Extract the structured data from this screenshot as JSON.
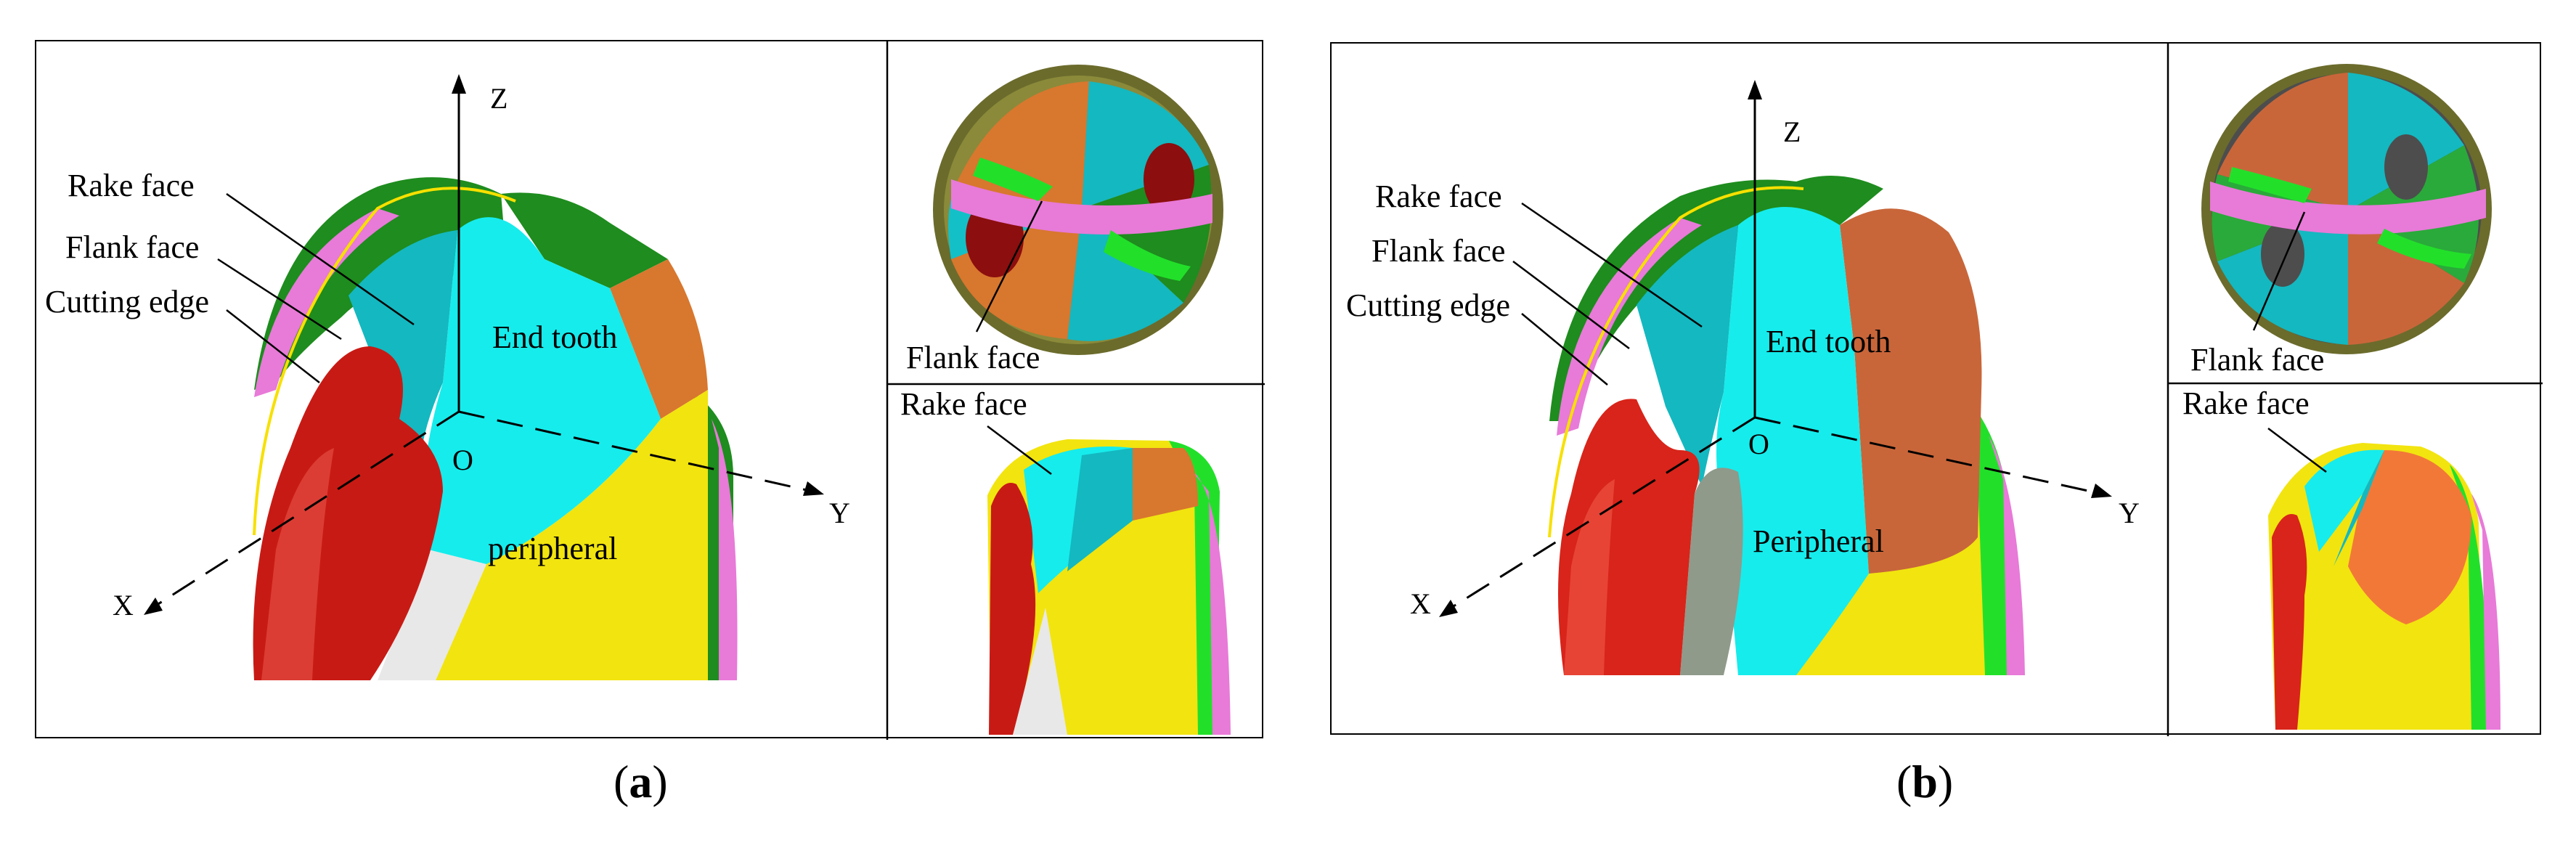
{
  "panels": [
    {
      "id": "a",
      "caption_letter": "a",
      "labels": {
        "rake_face": "Rake face",
        "flank_face": "Flank face",
        "cutting_edge": "Cutting edge",
        "end_tooth": "End tooth",
        "peripheral": "peripheral",
        "axis_x": "X",
        "axis_y": "Y",
        "axis_z": "Z",
        "origin": "O",
        "top_view_label": "Flank face",
        "side_view_label": "Rake face"
      }
    },
    {
      "id": "b",
      "caption_letter": "b",
      "labels": {
        "rake_face": "Rake face",
        "flank_face": "Flank face",
        "cutting_edge": "Cutting edge",
        "end_tooth": "End tooth",
        "peripheral": "Peripheral",
        "axis_x": "X",
        "axis_y": "Y",
        "axis_z": "Z",
        "origin": "O",
        "top_view_label": "Flank face",
        "side_view_label": "Rake face"
      }
    }
  ],
  "colors": {
    "rake": "#14c0c8",
    "end_tooth": "#16ecec",
    "peripheral_yellow": "#f2e40f",
    "red": "#c81a14",
    "green": "#1e8c1e",
    "pink": "#e87ad8",
    "orange": "#d8772e",
    "edge_yellow": "#f7e000",
    "grey": "#8f9a8a"
  }
}
